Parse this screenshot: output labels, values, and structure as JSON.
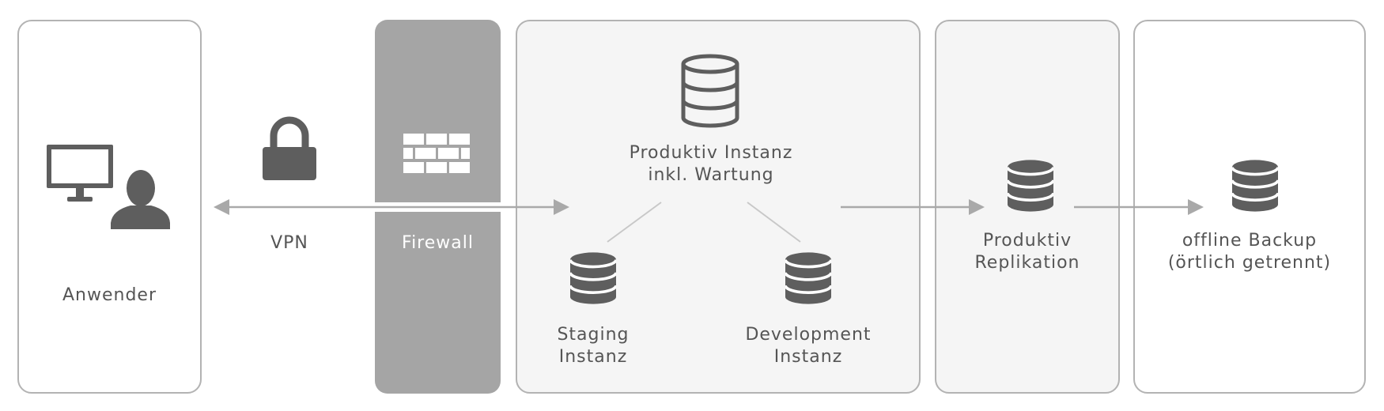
{
  "nodes": {
    "user": {
      "label": "Anwender",
      "icons": [
        "monitor-icon",
        "person-icon"
      ]
    },
    "vpn": {
      "label": "VPN",
      "icon": "lock-icon"
    },
    "firewall": {
      "label": "Firewall",
      "icon": "brick-wall-icon"
    },
    "production": {
      "line1": "Produktiv Instanz",
      "line2": "inkl. Wartung",
      "icon": "database-outline-icon"
    },
    "staging": {
      "line1": "Staging",
      "line2": "Instanz",
      "icon": "database-icon"
    },
    "development": {
      "line1": "Development",
      "line2": "Instanz",
      "icon": "database-icon"
    },
    "replication": {
      "line1": "Produktiv",
      "line2": "Replikation",
      "icon": "database-icon"
    },
    "backup": {
      "line1": "offline Backup",
      "line2": "(örtlich getrennt)",
      "icon": "database-icon"
    }
  },
  "edges": [
    {
      "from": "user",
      "to": "production",
      "via": "vpn",
      "style": "bidirectional-arrow"
    },
    {
      "from": "production",
      "to": "staging",
      "style": "line"
    },
    {
      "from": "production",
      "to": "development",
      "style": "line"
    },
    {
      "from": "production",
      "to": "replication",
      "style": "arrow"
    },
    {
      "from": "replication",
      "to": "backup",
      "style": "arrow"
    }
  ],
  "colors": {
    "panel_border": "#b3b3b3",
    "panel_fill_light": "#f5f5f5",
    "firewall_fill": "#a5a5a5",
    "icon": "#5e5e5e",
    "arrow": "#a9a9a9",
    "text": "#555555"
  }
}
